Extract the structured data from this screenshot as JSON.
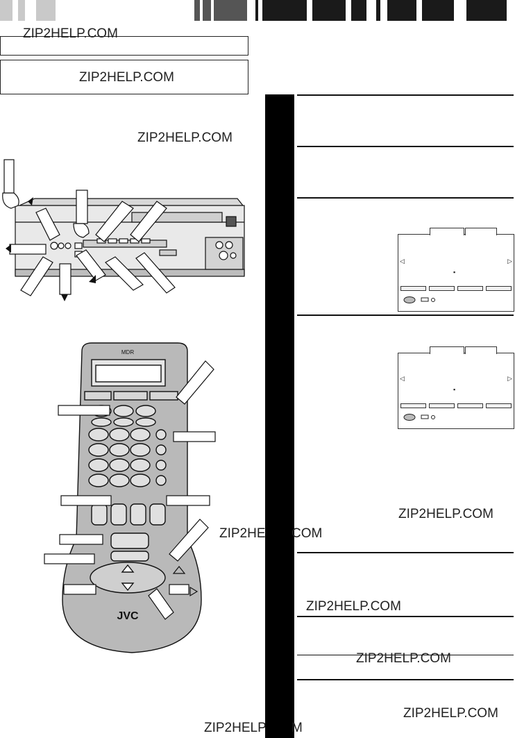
{
  "watermarks": {
    "wm1": "ZIP2HELP.COM",
    "wm2": "ZIP2HELP.COM",
    "wm3": "ZIP2HELP.COM",
    "wm4": "ZIP2HELP.COM",
    "wm5": "ZIP2HE",
    "wm5b": "COM",
    "wm6": "ZIP2HELP.COM",
    "wm7": "ZIP2HELP.COM",
    "wm8": "ZIP2HELP.COM",
    "wm9": "ZIP2HELP",
    "wm9b": "M"
  },
  "remote": {
    "brand": "JVC",
    "top_label": "MDR"
  },
  "colors": {
    "ink": "#111111",
    "remote_body": "#b5b5b5",
    "remote_dark": "#8d8d8d",
    "hand_fill": "#ffffff"
  },
  "icons": {
    "hand": "pointing-hand-icon",
    "arrow": "triangle-arrow-icon"
  }
}
